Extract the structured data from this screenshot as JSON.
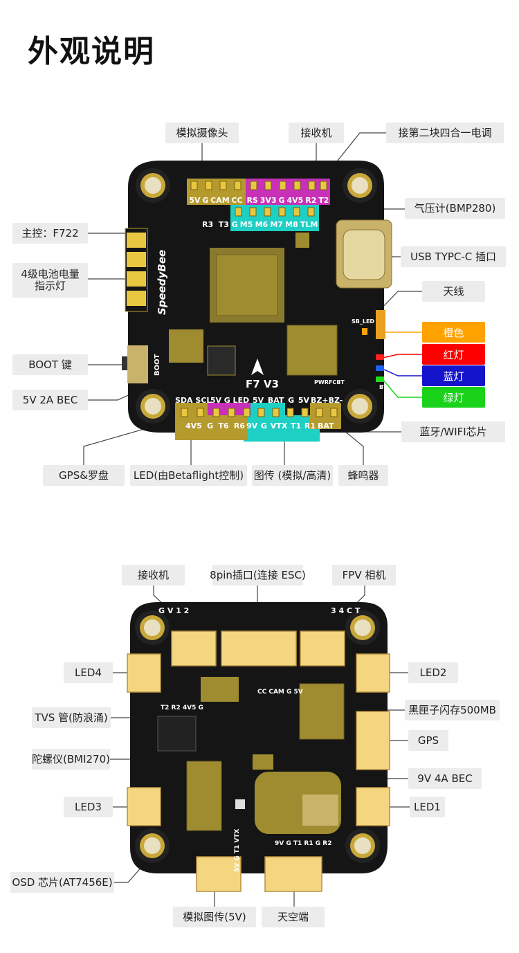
{
  "title": "外观说明",
  "top_board": {
    "silkscreen": {
      "brand": "SpeedyBee",
      "model": "F7 V3",
      "boot": "BOOT",
      "cam_row": [
        "5V",
        "G",
        "CAM",
        "CC"
      ],
      "rx_row": [
        "RS",
        "3V3",
        "G",
        "4V5",
        "R2",
        "T2"
      ],
      "motor_row": [
        "G",
        "M5",
        "M6",
        "M7",
        "M8",
        "TLM"
      ],
      "r3t3": [
        "R3",
        "T3"
      ],
      "bottom_left_top": [
        "SDA",
        "SCL"
      ],
      "bottom_left_bot": [
        "4V5",
        "G",
        "T6",
        "R6"
      ],
      "led_row": [
        "5V",
        "G",
        "LED"
      ],
      "vtx_top": [
        "5V",
        "BAT",
        "G",
        "5V"
      ],
      "vtx_bot": [
        "9V",
        "G",
        "VTX",
        "T1",
        "R1"
      ],
      "bz_top": [
        "BZ+",
        "BZ-"
      ],
      "bz_bot": "BAT",
      "status": [
        "PWR",
        "FC",
        "BT"
      ],
      "sb_led": "SB_LED",
      "bt": "BT"
    },
    "callouts": {
      "camera": "模拟摄像头",
      "receiver": "接收机",
      "second_esc": "接第二块四合一电调",
      "mcu": "主控：F722",
      "barometer": "气压计(BMP280)",
      "usb": "USB TYPC-C 插口",
      "battery_led_1": "4级电池电量",
      "battery_led_2": "指示灯",
      "antenna": "天线",
      "orange": "橙色",
      "red": "红灯",
      "blue": "蓝灯",
      "green": "绿灯",
      "boot_key": "BOOT 键",
      "bec": "5V 2A BEC",
      "bt_wifi": "蓝牙/WIFI芯片",
      "gps": "GPS&罗盘",
      "led_ctrl": "LED(由Betaflight控制)",
      "vtx": "图传 (模拟/高清)",
      "buzzer": "蜂鸣器"
    }
  },
  "bottom_board": {
    "silkscreen": {
      "gv12": "G V 1 2",
      "ct34": "3 4 C T",
      "ccline": "CC CAM G 5V",
      "t2line": "T2 R2 4V5 G",
      "vtxline": "5V G T1 VTX",
      "rxline": "9V G T1 R1 G R2"
    },
    "callouts": {
      "receiver": "接收机",
      "esc_plug": "8pin插口(连接 ESC)",
      "fpv_cam": "FPV 相机",
      "led4": "LED4",
      "led2": "LED2",
      "tvs": "TVS 管(防浪涌)",
      "blackbox": "黑匣子闪存500MB",
      "gyro": "陀螺仪(BMI270)",
      "gps": "GPS",
      "bec9v": "9V 4A BEC",
      "led3": "LED3",
      "led1": "LED1",
      "osd": "OSD 芯片(AT7456E)",
      "analog_vtx": "模拟图传(5V)",
      "rx_end": "天空端"
    }
  },
  "colors": {
    "orange": "#ffa200",
    "red": "#ff0000",
    "blue": "#1414cc",
    "green": "#1bd21b",
    "pcb": "#151515",
    "gold": "#b59a2e",
    "pad_magenta": "#c830b8",
    "pad_cyan": "#1ecfc4",
    "callout_bg": "#ececec"
  }
}
